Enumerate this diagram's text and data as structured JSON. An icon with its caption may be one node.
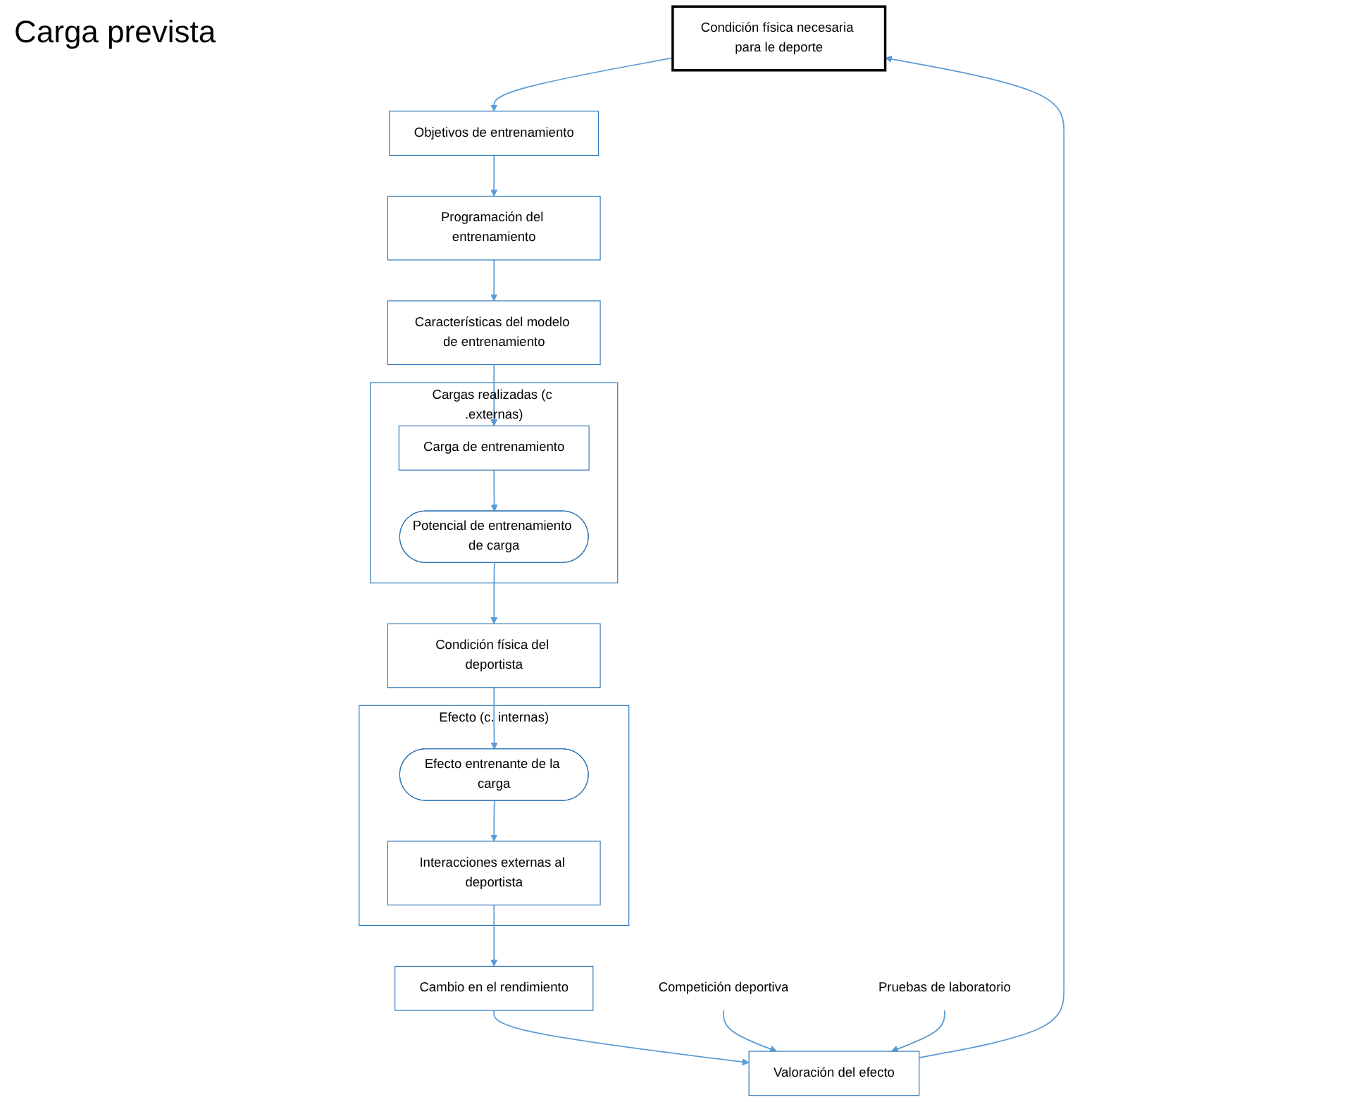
{
  "diagram": {
    "nodes": [
      {
        "text": [
          "Condición física necesaria para le deporte"
        ]
      },
      {
        "text": [
          "Objetivos de entrenamiento"
        ]
      },
      {
        "text": [
          "Programación del entrenamiento"
        ]
      },
      {
        "text": [
          "Características del modelo de entrenamiento"
        ]
      },
      {
        "text": [
          "Cargas realizadas (c .externas)"
        ]
      },
      {
        "text": [
          "Carga de entrenamiento"
        ],
        "in": 4
      },
      {
        "text": [
          "Potencial de entrenamiento de carga"
        ],
        "in": 4
      },
      {
        "text": [
          "Condición física del deportista"
        ]
      },
      {
        "text": [
          "Efecto (c. internas)"
        ]
      },
      {
        "text": [
          "Efecto entrenante de la carga"
        ],
        "in": 8
      },
      {
        "text": [
          "Interacciones externas al deportista"
        ],
        "in": 8
      },
      {
        "text": [
          "Competición deportiva"
        ]
      },
      {
        "text": [
          "Pruebas de laboratorio"
        ]
      },
      {
        "text": [
          "Valoración del efecto"
        ]
      },
      {
        "text": [
          "Cambio en el rendimiento"
        ]
      }
    ],
    "edges": [
      {
        "from": 0,
        "to": 1,
        "arrow": "to"
      },
      {
        "from": 1,
        "to": 2,
        "arrow": "to"
      },
      {
        "from": 2,
        "to": 3,
        "arrow": "to"
      },
      {
        "from": 3,
        "to": 5,
        "arrow": "to"
      },
      {
        "from": 5,
        "to": 6,
        "arrow": "to"
      },
      {
        "from": 6,
        "to": 7,
        "arrow": "to"
      },
      {
        "from": 7,
        "to": 9,
        "arrow": "to"
      },
      {
        "from": 9,
        "to": 10,
        "arrow": "to"
      },
      {
        "from": 10,
        "to": 14,
        "arrow": "to"
      },
      {
        "from": 14,
        "to": 13,
        "arrow": "to"
      },
      {
        "from": 13,
        "to": 0,
        "arrow": "to"
      },
      {
        "from": 11,
        "to": 13,
        "arrow": "to"
      },
      {
        "from": 12,
        "to": 13,
        "arrow": "to"
      }
    ],
    "labels": [
      "Carga prevista"
    ]
  }
}
